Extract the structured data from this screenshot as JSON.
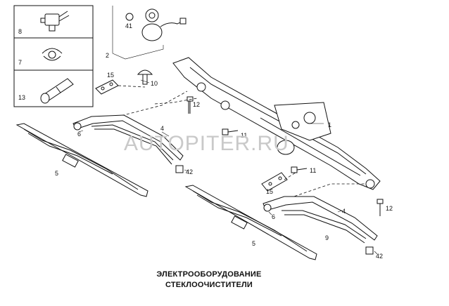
{
  "diagram": {
    "watermark": "AUTOPITER.RU",
    "caption_line1": "ЭЛЕКТРООБОРУДОВАНИЕ",
    "caption_line2": "СТЕКЛООЧИСТИТЕЛИ",
    "callouts": {
      "c1": "1",
      "c2": "2",
      "c4a": "4",
      "c4b": "4",
      "c5a": "5",
      "c5b": "5",
      "c6a": "6",
      "c6b": "6",
      "c7": "7",
      "c8": "8",
      "c9": "9",
      "c10": "10",
      "c11a": "11",
      "c11b": "11",
      "c12a": "12",
      "c12b": "12",
      "c13": "13",
      "c15a": "15",
      "c15b": "15",
      "c41": "41",
      "c42a": "42",
      "c42b": "42"
    }
  }
}
